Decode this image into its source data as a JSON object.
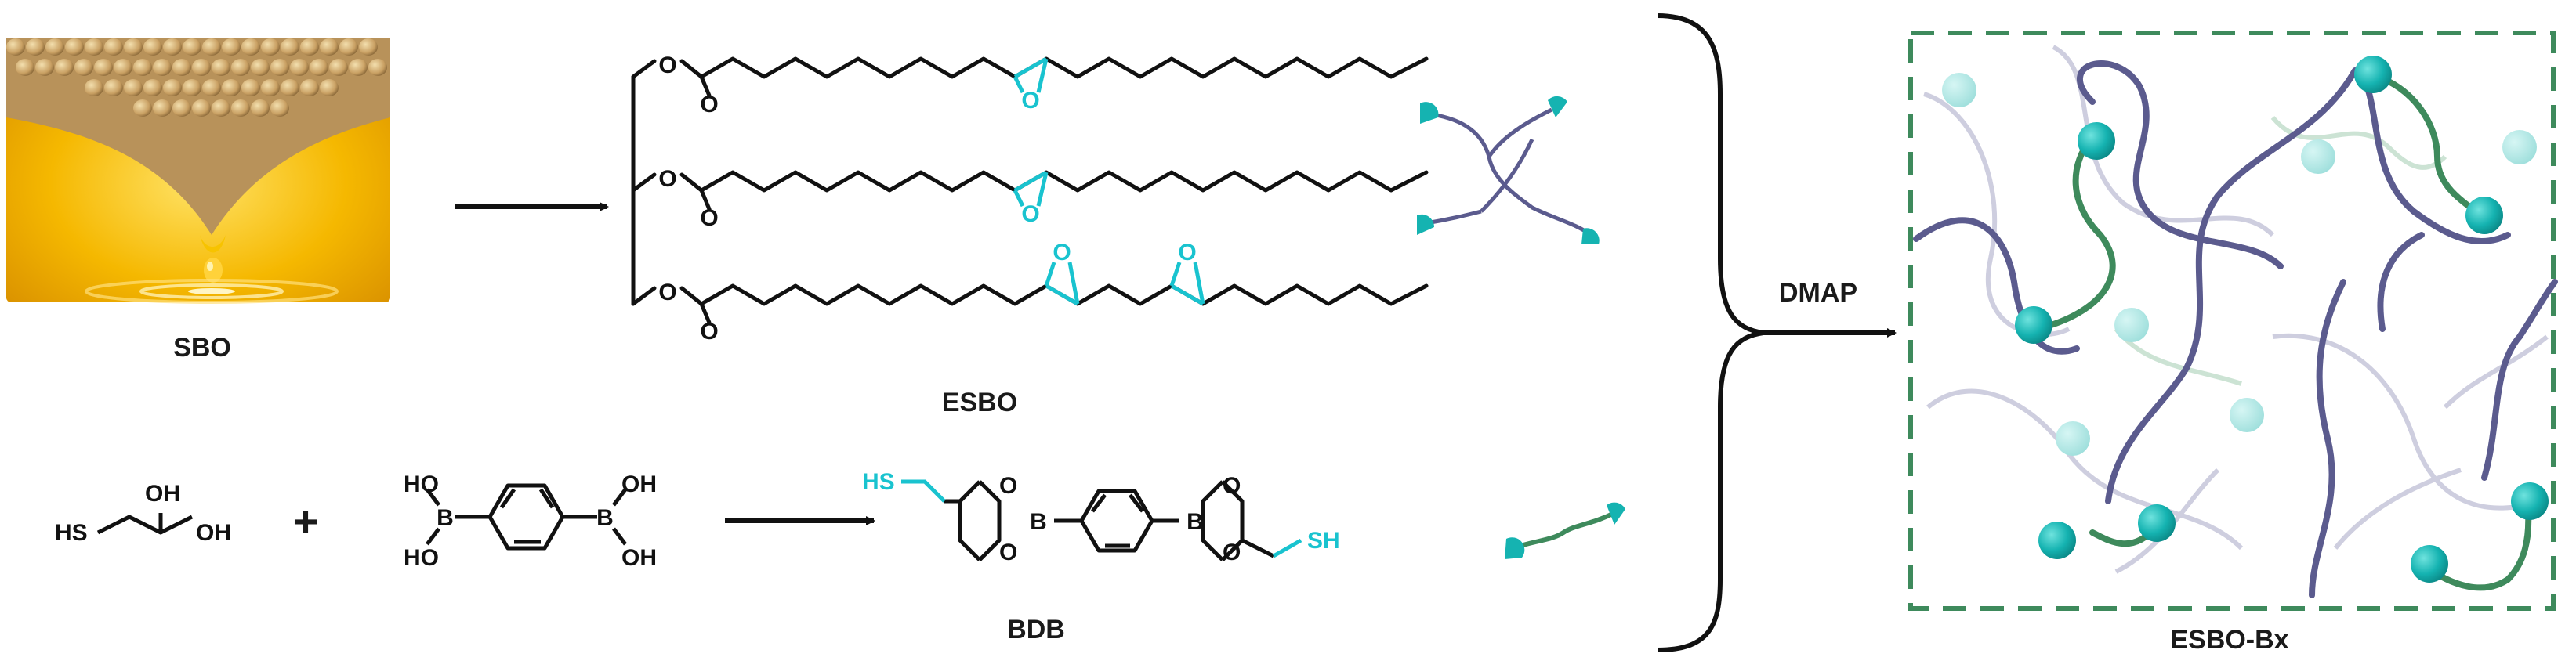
{
  "labels": {
    "sbo": "SBO",
    "esbo": "ESBO",
    "bdb": "BDB",
    "dmap": "DMAP",
    "product": "ESBO-Bx",
    "plus": "+"
  },
  "atoms": {
    "O": "O",
    "OH": "OH",
    "HO": "HO",
    "HS": "HS",
    "SH": "SH",
    "B": "B"
  },
  "colors": {
    "bond": "#111111",
    "epoxide": "#19c3cf",
    "thiol": "#19c3cf",
    "bead": "#15b3b1",
    "chain_dark": "#5b5b8e",
    "chain_green": "#3e8a5c",
    "frame": "#3e8a5c",
    "oil_gold": "#f0b400"
  }
}
